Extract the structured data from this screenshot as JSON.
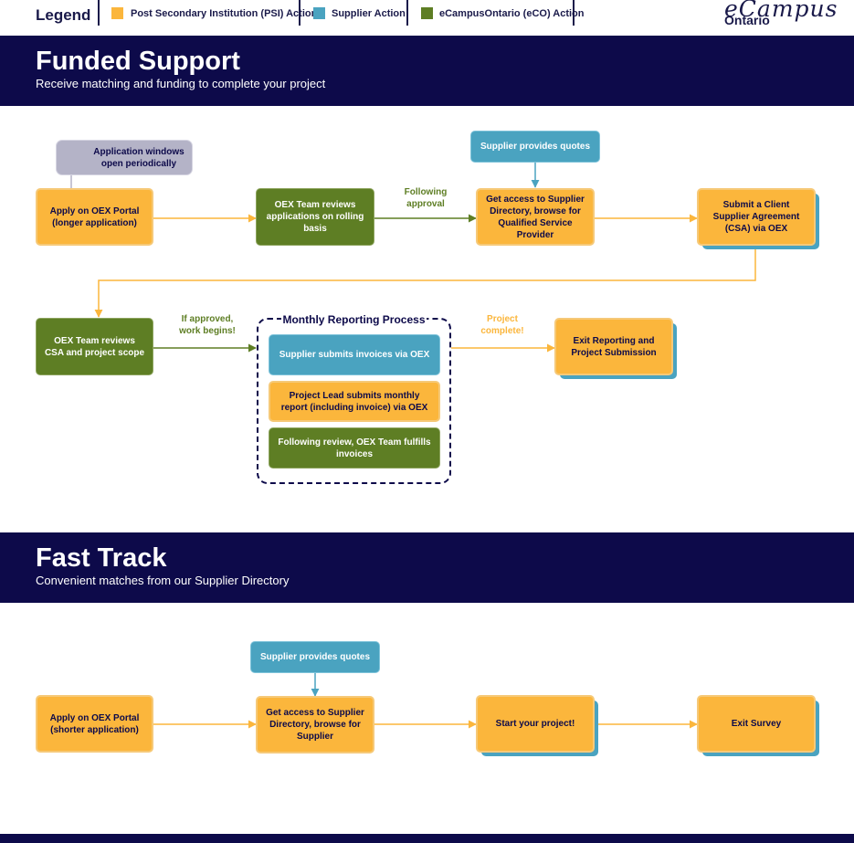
{
  "legend": {
    "title": "Legend",
    "items": [
      {
        "label": "Post Secondary Institution (PSI) Action",
        "color": "#fbb63c"
      },
      {
        "label": "Supplier Action",
        "color": "#4aa3c0"
      },
      {
        "label": "eCampusOntario (eCO) Action",
        "color": "#5e7e24"
      }
    ]
  },
  "logo": {
    "line1": "eCampus",
    "line2": "Ontario"
  },
  "funded": {
    "title": "Funded Support",
    "subtitle": "Receive matching and funding to complete your project",
    "warning": "Application windows open periodically",
    "apply": "Apply on OEX Portal (longer application)",
    "review": "OEX Team reviews applications on rolling basis",
    "following_approval": "Following approval",
    "quotes": "Supplier provides quotes",
    "access": "Get access to Supplier Directory, browse for Qualified Service Provider",
    "csa": "Submit a Client Supplier Agreement (CSA) via OEX",
    "review_csa": "OEX Team reviews CSA and project scope",
    "if_approved": "If approved, work begins!",
    "monthly_title": "Monthly Reporting Process",
    "invoices": "Supplier submits invoices via OEX",
    "monthly_report": "Project Lead submits monthly report (including invoice) via OEX",
    "fulfills": "Following review, OEX Team fulfills invoices",
    "project_complete": "Project complete!",
    "exit": "Exit Reporting and Project Submission"
  },
  "fast": {
    "title": "Fast Track",
    "subtitle": "Convenient matches from our Supplier Directory",
    "quotes": "Supplier provides quotes",
    "apply": "Apply on OEX Portal (shorter application)",
    "access": "Get access to Supplier Directory, browse for Supplier",
    "start": "Start your project!",
    "exit": "Exit Survey"
  },
  "colors": {
    "psi": "#fbb63c",
    "supplier": "#4aa3c0",
    "eco": "#5e7e24",
    "navy": "#0d0a4a"
  }
}
